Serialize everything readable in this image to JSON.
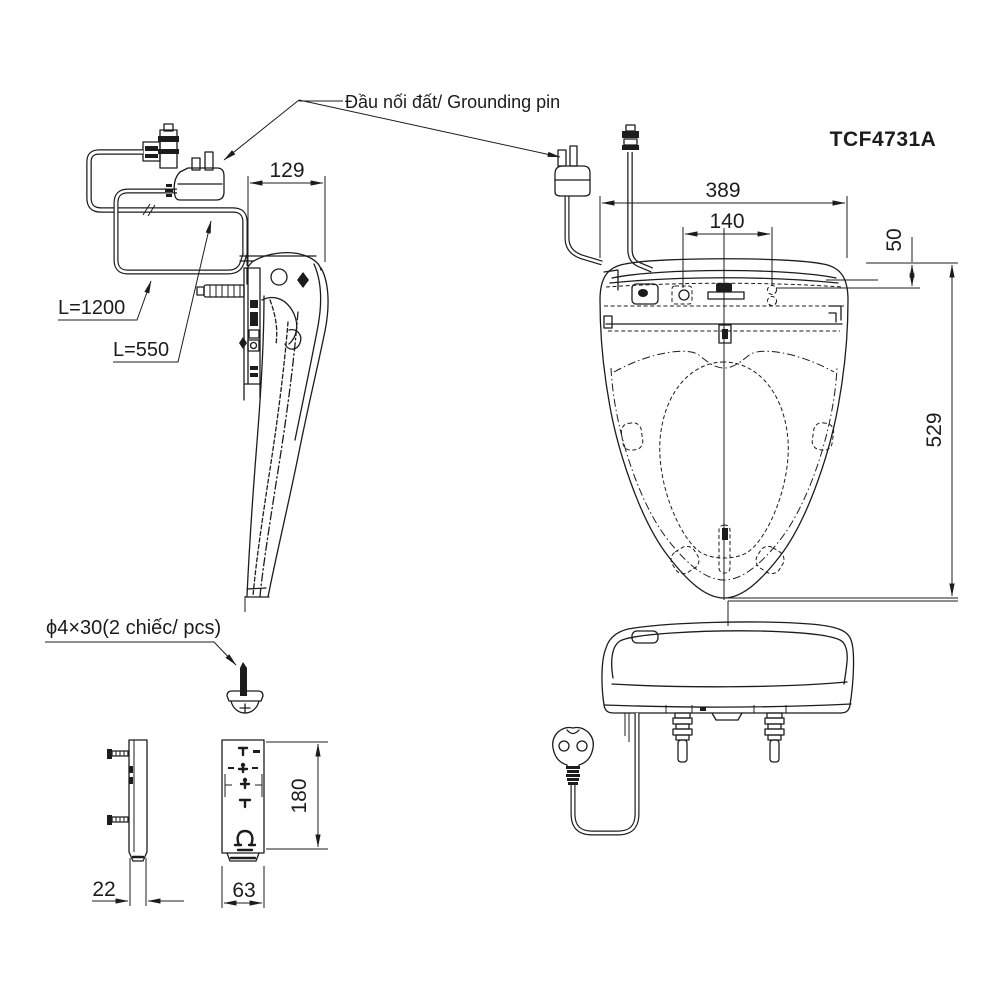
{
  "title": {
    "model": "TCF4731A"
  },
  "labels": {
    "grounding_pin": "Đầu nối đất/ Grounding pin",
    "power_cord_length": "L=1200",
    "water_hose_length": "L=550",
    "screw_spec": "ϕ4×30(2 chiếc/ pcs)"
  },
  "dimensions": {
    "hinge_offset_mm": "129",
    "body_width_mm": "389",
    "nozzle_span_mm": "140",
    "rear_depth_mm": "50",
    "overall_length_mm": "529",
    "remote_height_mm": "180",
    "remote_depth_mm": "22",
    "remote_width_mm": "63"
  },
  "colors": {
    "ink": "#1c1c1c",
    "background": "#ffffff"
  }
}
